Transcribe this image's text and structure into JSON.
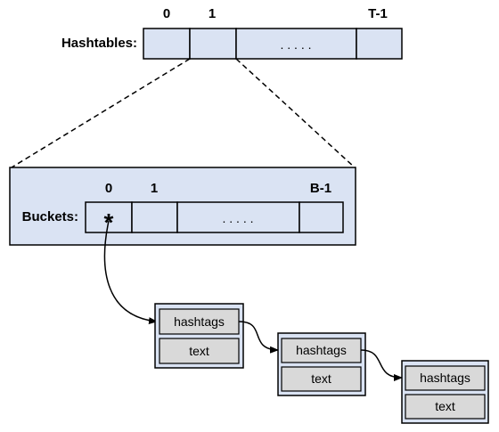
{
  "hashtables": {
    "label": "Hashtables:",
    "indices": [
      "0",
      "1",
      "T-1"
    ],
    "ellipsis": ". . . . ."
  },
  "buckets": {
    "label": "Buckets:",
    "indices": [
      "0",
      "1",
      "B-1"
    ],
    "ellipsis": ". . . . .",
    "pointer": "*"
  },
  "nodes": [
    {
      "field1": "hashtags",
      "field2": "text"
    },
    {
      "field1": "hashtags",
      "field2": "text"
    },
    {
      "field1": "hashtags",
      "field2": "text"
    }
  ],
  "colors": {
    "fill": "#dae3f3",
    "stroke": "#000000",
    "node_fill": "#d9d9d9",
    "node_frame": "#dae3f3"
  }
}
